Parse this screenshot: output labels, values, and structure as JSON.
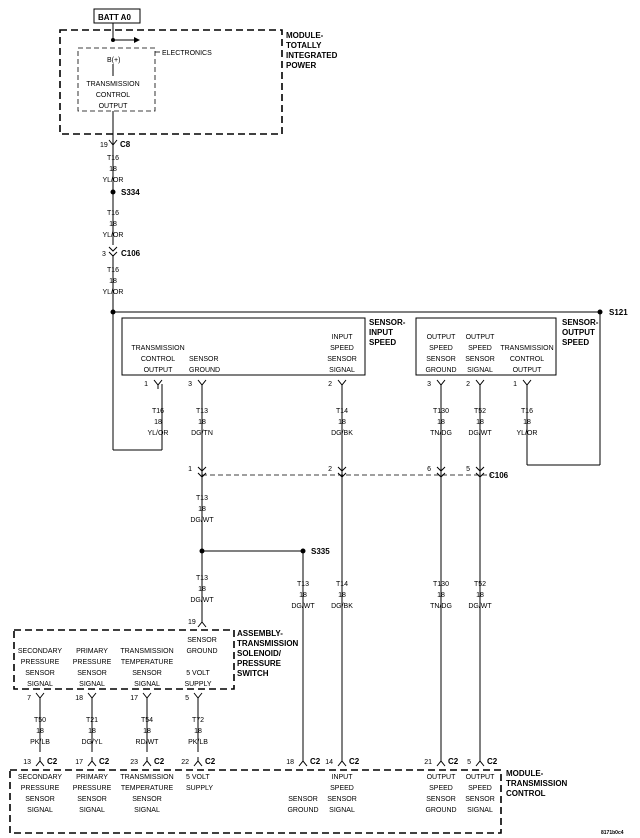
{
  "batt": "BATT A0",
  "tipm": {
    "title": [
      "MODULE-",
      "TOTALLY",
      "INTEGRATED",
      "POWER"
    ],
    "electronics": "ELECTRONICS",
    "bplus": "B(+)",
    "tco": [
      "TRANSMISSION",
      "CONTROL",
      "OUTPUT"
    ]
  },
  "feed": {
    "c8_pin": "19",
    "c8": "C8",
    "w1": [
      "T16",
      "18",
      "YL/OR"
    ],
    "s334": "S334",
    "w2": [
      "T16",
      "18",
      "YL/OR"
    ],
    "c106_pin": "3",
    "c106": "C106",
    "w3": [
      "T16",
      "18",
      "YL/OR"
    ],
    "s121": "S121"
  },
  "in_sensor": {
    "title": [
      "SENSOR-",
      "INPUT",
      "SPEED"
    ],
    "cells": [
      {
        "label": [
          "TRANSMISSION",
          "CONTROL",
          "OUTPUT"
        ],
        "pin": "1",
        "wire": [
          "T16",
          "18",
          "YL/OR"
        ]
      },
      {
        "label": [
          "SENSOR",
          "GROUND"
        ],
        "pin": "3",
        "wire": [
          "T13",
          "18",
          "DG/TN"
        ]
      },
      {
        "label": [
          "INPUT",
          "SPEED",
          "SENSOR",
          "SIGNAL"
        ],
        "pin": "2",
        "wire": [
          "T14",
          "18",
          "DG/BK"
        ]
      }
    ]
  },
  "out_sensor": {
    "title": [
      "SENSOR-",
      "OUTPUT",
      "SPEED"
    ],
    "cells": [
      {
        "label": [
          "OUTPUT",
          "SPEED",
          "SENSOR",
          "GROUND"
        ],
        "pin": "3",
        "wire": [
          "T130",
          "18",
          "TN/DG"
        ]
      },
      {
        "label": [
          "OUTPUT",
          "SPEED",
          "SENSOR",
          "SIGNAL"
        ],
        "pin": "2",
        "wire": [
          "T52",
          "18",
          "DG/WT"
        ]
      },
      {
        "label": [
          "TRANSMISSION",
          "CONTROL",
          "OUTPUT"
        ],
        "pin": "1",
        "wire": [
          "T16",
          "18",
          "YL/OR"
        ]
      }
    ]
  },
  "c106": {
    "pins": [
      "1",
      "2",
      "6",
      "5"
    ],
    "label": "C106",
    "w_gnd": [
      "T13",
      "18",
      "DG/WT"
    ],
    "s335": "S335",
    "w_gnd2": [
      "T13",
      "18",
      "DG/WT"
    ],
    "w_gnd3": [
      "T13",
      "18",
      "DG/WT"
    ],
    "w_in": [
      "T14",
      "18",
      "DG/BK"
    ],
    "w_out_gnd": [
      "T130",
      "18",
      "TN/DG"
    ],
    "w_out_sig": [
      "T52",
      "18",
      "DG/WT"
    ]
  },
  "solenoid": {
    "title": [
      "ASSEMBLY-",
      "TRANSMISSION",
      "SOLENOID/",
      "PRESSURE",
      "SWITCH"
    ],
    "ground_pin": "19",
    "ground_label": [
      "SENSOR",
      "GROUND"
    ],
    "cells": [
      {
        "label": [
          "SECONDARY",
          "PRESSURE",
          "SENSOR",
          "SIGNAL"
        ],
        "pin": "7",
        "wire": [
          "T50",
          "18",
          "PK/LB"
        ],
        "c2_pin": "13"
      },
      {
        "label": [
          "PRIMARY",
          "PRESSURE",
          "SENSOR",
          "SIGNAL"
        ],
        "pin": "18",
        "wire": [
          "T21",
          "18",
          "DG/YL"
        ],
        "c2_pin": "17"
      },
      {
        "label": [
          "TRANSMISSION",
          "TEMPERATURE",
          "SENSOR",
          "SIGNAL"
        ],
        "pin": "17",
        "wire": [
          "T54",
          "18",
          "RD/WT"
        ],
        "c2_pin": "23"
      },
      {
        "label": [
          "5 VOLT",
          "SUPPLY"
        ],
        "pin": "5",
        "wire": [
          "T72",
          "18",
          "PK/LB"
        ],
        "c2_pin": "22"
      }
    ]
  },
  "tcm": {
    "title": [
      "MODULE-",
      "TRANSMISSION",
      "CONTROL"
    ],
    "connector": "C2",
    "cells": [
      {
        "label": [
          "SECONDARY",
          "PRESSURE",
          "SENSOR",
          "SIGNAL"
        ]
      },
      {
        "label": [
          "PRIMARY",
          "PRESSURE",
          "SENSOR",
          "SIGNAL"
        ]
      },
      {
        "label": [
          "TRANSMISSION",
          "TEMPERATURE",
          "SENSOR",
          "SIGNAL"
        ]
      },
      {
        "label": [
          "5 VOLT",
          "SUPPLY"
        ]
      },
      {
        "label": [
          "SENSOR",
          "GROUND"
        ],
        "c2_pin": "18"
      },
      {
        "label": [
          "INPUT",
          "SPEED",
          "SENSOR",
          "SIGNAL"
        ],
        "c2_pin": "14"
      },
      {
        "label": [
          "OUTPUT",
          "SPEED",
          "SENSOR",
          "GROUND"
        ],
        "c2_pin": "21"
      },
      {
        "label": [
          "OUTPUT",
          "SPEED",
          "SENSOR",
          "SIGNAL"
        ],
        "c2_pin": "5"
      }
    ]
  },
  "figure_id": "8171b0c4"
}
